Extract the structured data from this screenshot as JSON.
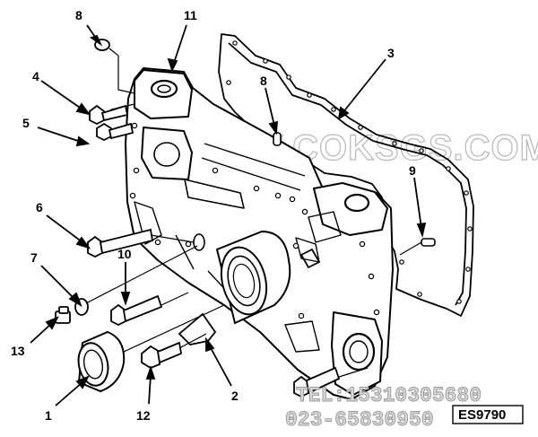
{
  "callouts": {
    "c1": "1",
    "c2": "2",
    "c3": "3",
    "c4": "4",
    "c5": "5",
    "c6": "6",
    "c7": "7",
    "c8a": "8",
    "c8b": "8",
    "c9": "9",
    "c10": "10",
    "c11": "11",
    "c12": "12",
    "c13": "13"
  },
  "watermark": "WWW.COKSGS.COM",
  "contact": {
    "tel": "TEL:15310305680",
    "phone": "023-65830950"
  },
  "part_id": "ES9790"
}
